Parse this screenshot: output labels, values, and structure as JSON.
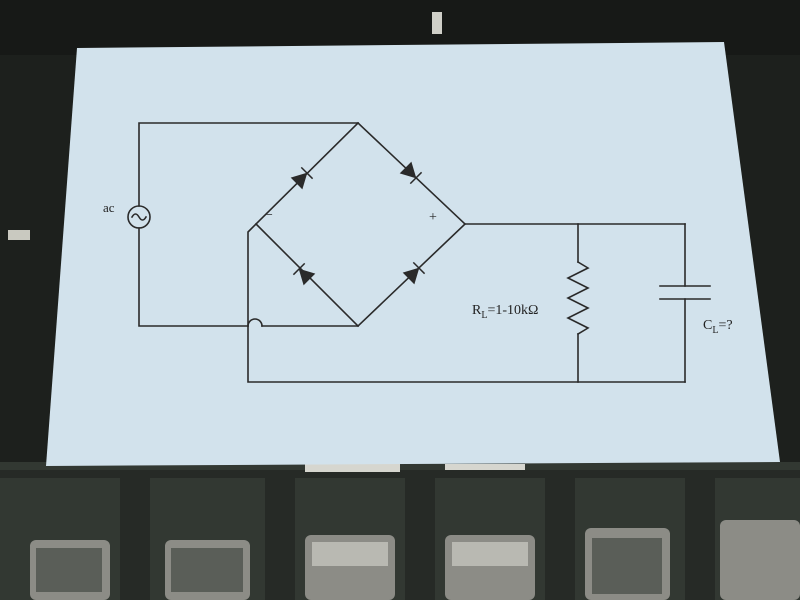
{
  "diagram": {
    "source_label": "ac",
    "bridge_minus": "−",
    "bridge_plus": "+",
    "resistor_label": {
      "prefix": "R",
      "subscript": "L",
      "value": "=1-10kΩ"
    },
    "capacitor_label": {
      "prefix": "C",
      "subscript": "L",
      "value": "=?"
    }
  },
  "colors": {
    "paper": "#cfe0ea",
    "ink": "#2a2a2a",
    "shelf": "#2f342f"
  }
}
